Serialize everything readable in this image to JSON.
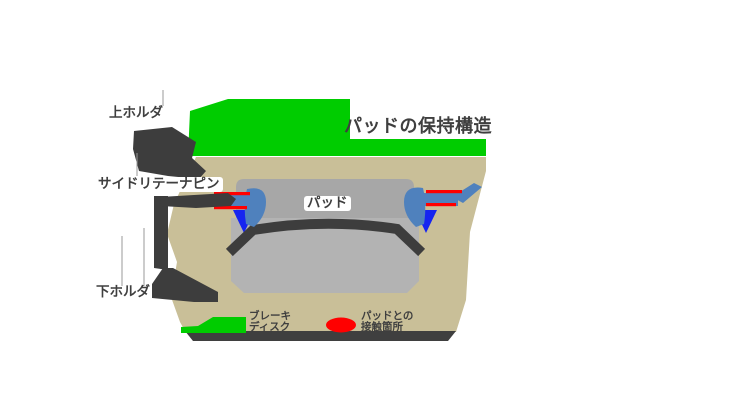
{
  "figure": {
    "title": "パッドの保持構造",
    "labels": {
      "upper_holder": "上ホルダ",
      "side_retainer_pin": "サイドリテーナピン",
      "pad": "パッド",
      "lower_holder": "下ホルダ"
    },
    "legend": [
      {
        "swatch": "green",
        "color": "#00cc00",
        "label": "ブレーキ\nディスク"
      },
      {
        "swatch": "red",
        "color": "#ff0000",
        "label": "パッドとの\n接触箇所"
      }
    ],
    "colors": {
      "disc_green": "#00cc00",
      "holder_tan": "#c9bf98",
      "pad_gray": "#a7a7a7",
      "lining_gray": "#b3b3b3",
      "dark_part": "#3d3d3d",
      "pin_blue": "#4f81bd",
      "anchor_blue": "#1625f0",
      "contact_red": "#ff0000",
      "label_text": "#3f3f3f",
      "background": "#ffffff"
    }
  }
}
